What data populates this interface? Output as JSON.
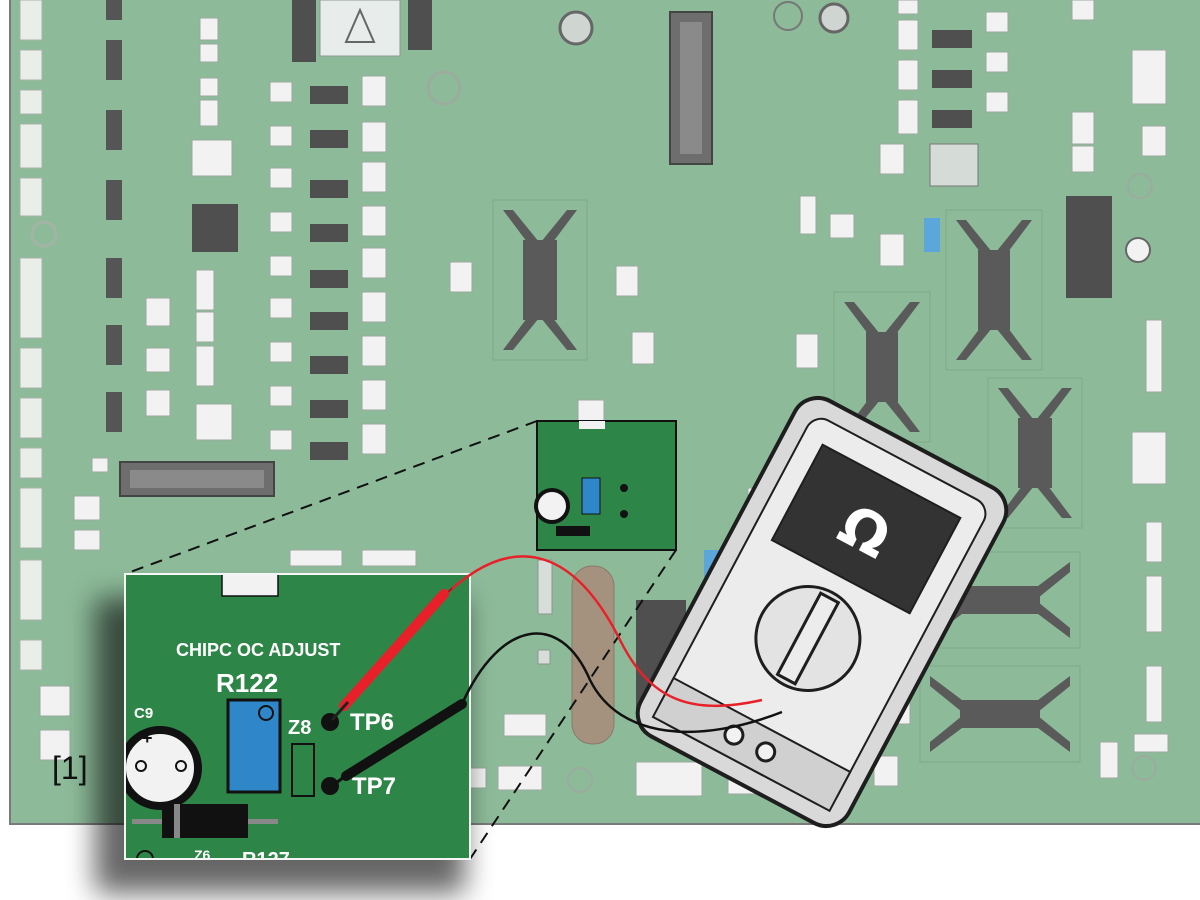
{
  "colors": {
    "board": "#8dbb9a",
    "board_edge": "#7a7a7a",
    "inset_board": "#2e8548",
    "component_gray": "#595959",
    "component_light": "#f2f2f2",
    "potentiometer_blue": "#2f86c8",
    "lead_red": "#e8202a",
    "lead_black": "#111111",
    "meter_body": "#d9d9d9",
    "meter_display": "#333333"
  },
  "inset": {
    "header": "CHIPC OC ADJUST",
    "potentiometer_label": "R122",
    "capacitor_label": "C9",
    "capacitor_polarity": "+",
    "zener_upper_label": "Z8",
    "zener_lower_label": "Z6",
    "resistor_partial_label": "R127",
    "test_point_positive": "TP6",
    "test_point_negative": "TP7"
  },
  "multimeter": {
    "display_symbol": "Ω",
    "display_symbol_name": "ohm-symbol"
  },
  "callout": {
    "label": "[1]"
  }
}
